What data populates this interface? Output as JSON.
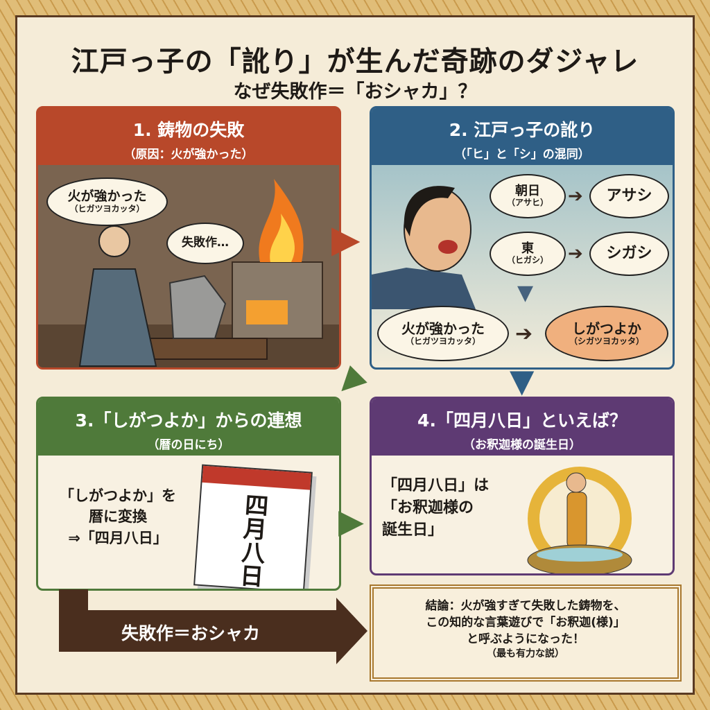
{
  "title": "江戸っ子の「訛り」が生んだ奇跡のダジャレ",
  "subtitle": "なぜ失敗作＝「おシャカ」？",
  "panel1": {
    "heading": "1. 鋳物の失敗",
    "sub": "（原因：火が強かった）",
    "bubble_main": "火が強かった",
    "bubble_reading": "（ヒガツヨカッタ）",
    "thought": "失敗作…",
    "color": "#b8482a"
  },
  "panel2": {
    "heading": "2. 江戸っ子の訛り",
    "sub": "（「ヒ」と「シ」の混同）",
    "pairs": [
      {
        "word": "朝日",
        "reading": "（アサヒ）",
        "result": "アサシ"
      },
      {
        "word": "東",
        "reading": "（ヒガシ）",
        "result": "シガシ"
      }
    ],
    "from_main": "火が強かった",
    "from_reading": "（ヒガツヨカッタ）",
    "to_main": "しがつよか",
    "to_reading": "（シガツヨカッタ）",
    "color": "#2f5f86"
  },
  "panel3": {
    "heading": "3.「しがつよか」からの連想",
    "sub": "（暦の日にち）",
    "lines": [
      "「しがつよか」を",
      "暦に変換",
      "⇒「四月八日」"
    ],
    "calendar": "四月八日",
    "color": "#4f7a3a"
  },
  "panel4": {
    "heading": "4.「四月八日」といえば？",
    "sub": "（お釈迦様の誕生日）",
    "lines": [
      "「四月八日」は",
      "「お釈迦様の",
      "誕生日」"
    ],
    "color": "#5e3a73"
  },
  "bottom_arrow_label": "失敗作＝おシャカ",
  "conclusion": {
    "lines": [
      "結論：火が強すぎて失敗した鋳物を、",
      "この知的な言葉遊びで「お釈迦(様)」",
      "と呼ぶようになった！"
    ],
    "note": "（最も有力な説）"
  }
}
